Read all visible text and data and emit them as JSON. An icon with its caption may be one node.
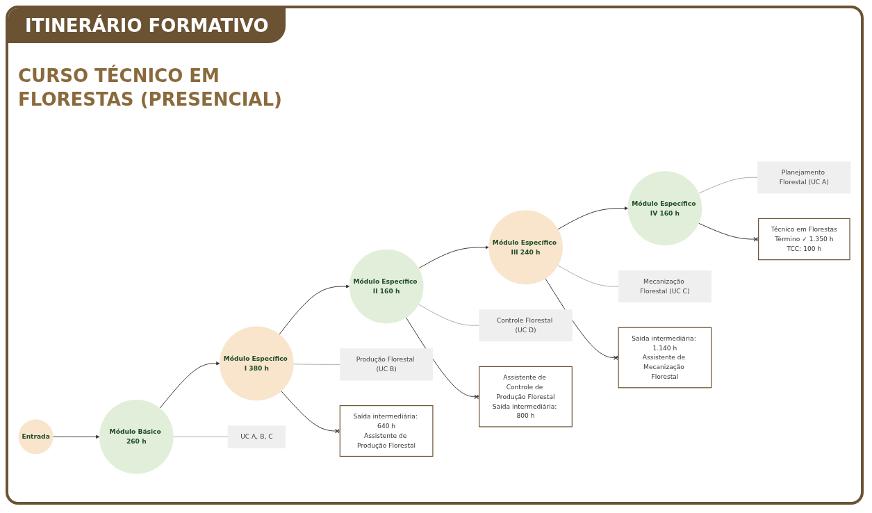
{
  "diagram": {
    "title": "ITINERÁRIO FORMATIVO",
    "nodes": [
      {
        "text": [
          "Entrada"
        ]
      },
      {
        "text": [
          "Módulo Básico 260 h"
        ]
      },
      {
        "text": [
          "Módulo Específico I 380 h"
        ]
      },
      {
        "text": [
          "Módulo Específico II 160 h"
        ]
      },
      {
        "text": [
          "Módulo Específico III 240 h"
        ]
      },
      {
        "text": [
          "Módulo Específico IV 160 h"
        ]
      },
      {
        "text": [
          "UC A, B, C"
        ]
      },
      {
        "text": [
          "Produção Florestal (UC B)"
        ]
      },
      {
        "text": [
          "Saída intermediária: 640 h",
          "Assistente de Produção Florestal"
        ]
      },
      {
        "text": [
          "Controle Florestal (UC D)"
        ]
      },
      {
        "text": [
          "Assistente de Controle de Produção Florestal",
          "Saída intermediária: 800 h"
        ]
      },
      {
        "text": [
          "Mecanização Florestal (UC C)"
        ]
      },
      {
        "text": [
          "Saída intermediária: 1.140 h",
          "Assistente de Mecanização Florestal"
        ]
      },
      {
        "text": [
          "Planejamento Florestal (UC A)"
        ]
      },
      {
        "text": [
          "Técnico em Florestas",
          "Término ✓ 1.350 h",
          "TCC: 100 h"
        ]
      }
    ],
    "edges": [
      {
        "from": 0,
        "to": 1,
        "arrow": "to"
      },
      {
        "from": 1,
        "to": 2,
        "arrow": "to"
      },
      {
        "from": 2,
        "to": 3,
        "arrow": "to"
      },
      {
        "from": 3,
        "to": 4,
        "arrow": "to"
      },
      {
        "from": 4,
        "to": 5,
        "arrow": "to"
      },
      {
        "from": 1,
        "to": 6,
        "arrow": "none"
      },
      {
        "from": 2,
        "to": 7,
        "arrow": "none"
      },
      {
        "from": 2,
        "to": 8,
        "arrow": "other"
      },
      {
        "from": 3,
        "to": 9,
        "arrow": "none"
      },
      {
        "from": 3,
        "to": 10,
        "arrow": "other"
      },
      {
        "from": 4,
        "to": 11,
        "arrow": "none"
      },
      {
        "from": 4,
        "to": 12,
        "arrow": "other"
      },
      {
        "from": 5,
        "to": 13,
        "arrow": "none"
      },
      {
        "from": 5,
        "to": 14,
        "arrow": "other"
      }
    ],
    "labels": [
      "CURSO TÉCNICO EM FLORESTAS (PRESENCIAL)"
    ]
  }
}
